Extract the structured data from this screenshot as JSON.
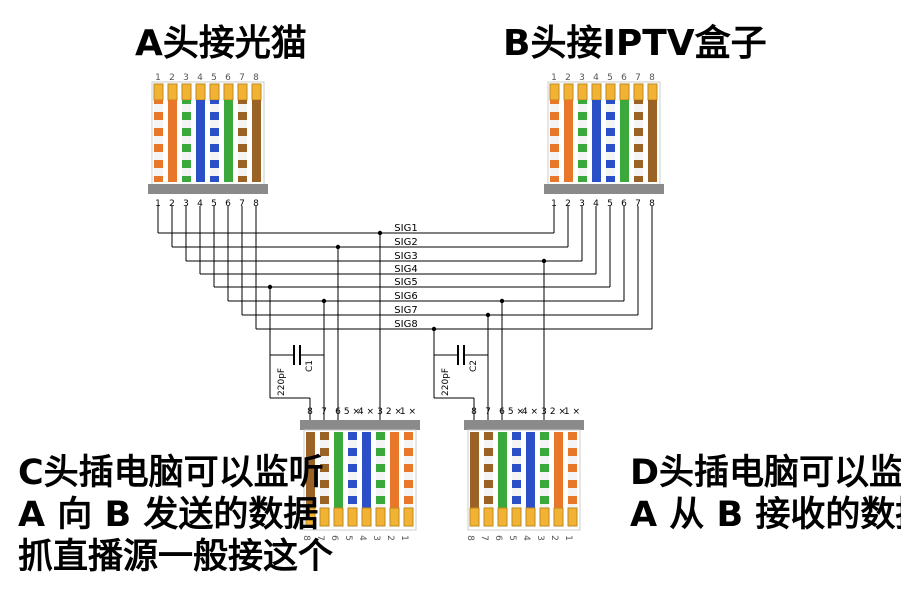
{
  "titles": {
    "a": "A头接光猫",
    "b": "B头接IPTV盒子"
  },
  "notes": {
    "c_lines": [
      "C头插电脑可以监听",
      "A 向 B 发送的数据",
      "抓直播源一般接这个"
    ],
    "d_lines": [
      "D头插电脑可以监听",
      "A 从 B 接收的数据"
    ]
  },
  "signals": [
    "SIG1",
    "SIG2",
    "SIG3",
    "SIG4",
    "SIG5",
    "SIG6",
    "SIG7",
    "SIG8"
  ],
  "pin_numbers": [
    "1",
    "2",
    "3",
    "4",
    "5",
    "6",
    "7",
    "8"
  ],
  "bottom_pin_numbers": [
    "8",
    "7",
    "6",
    "5",
    "4",
    "3",
    "2",
    "1"
  ],
  "bottom_pin_marks": [
    "8",
    "7",
    "6",
    "5 ×",
    "4 ×",
    "3",
    "2 ×",
    "1 ×"
  ],
  "capacitors": [
    {
      "label": "C1",
      "value": "220pF"
    },
    {
      "label": "C2",
      "value": "220pF"
    }
  ],
  "wire_colors_top": [
    "orange-white",
    "orange",
    "green-white",
    "blue",
    "blue-white",
    "green",
    "brown-white",
    "brown"
  ],
  "wire_colors_bottom": [
    "brown",
    "brown-white",
    "green",
    "blue-white",
    "blue",
    "green-white",
    "orange",
    "orange-white"
  ],
  "colors": {
    "orange": "#e8772a",
    "green": "#3aa83a",
    "blue": "#2b4fc6",
    "brown": "#9b6226",
    "gold": "#f2b233",
    "line": "#000000"
  }
}
